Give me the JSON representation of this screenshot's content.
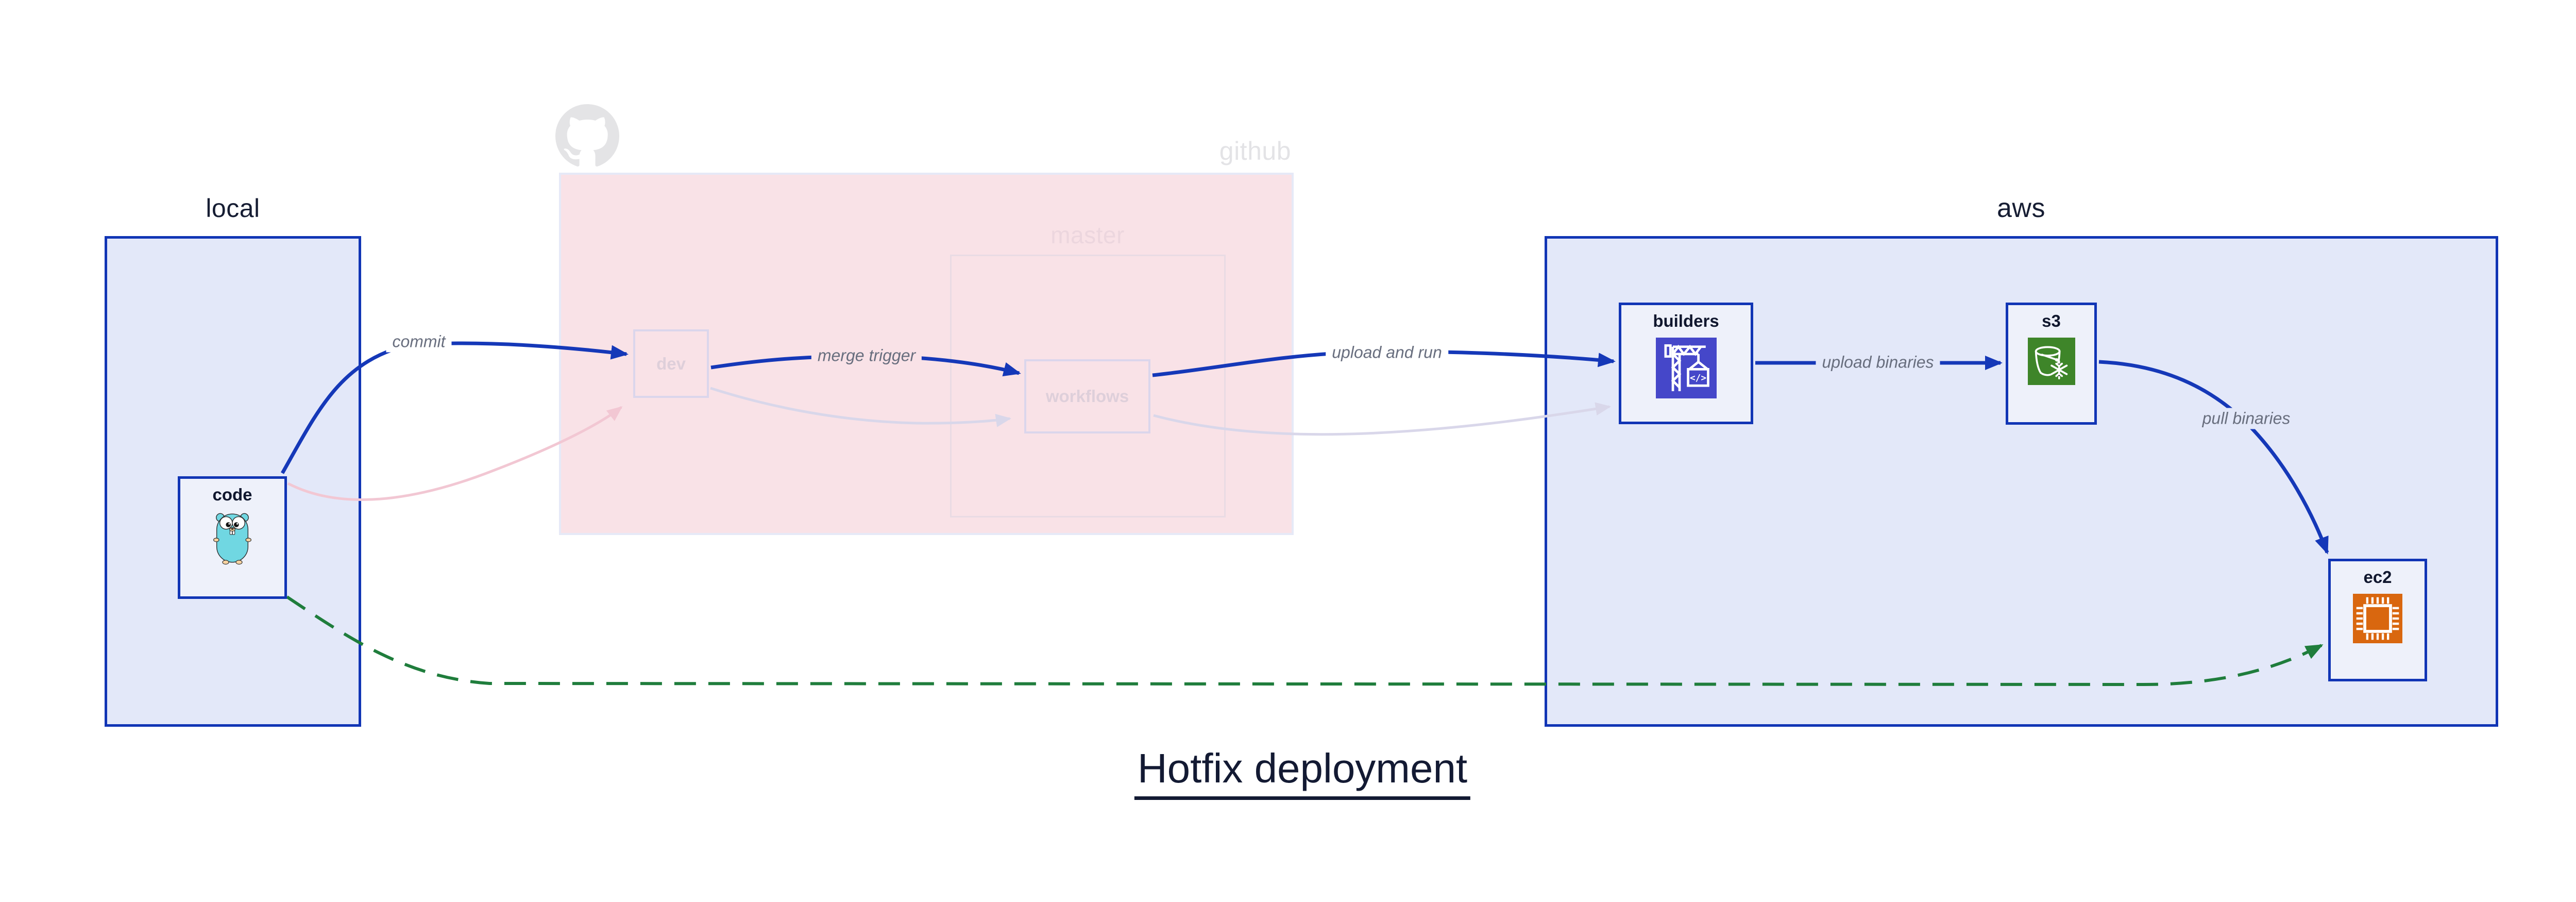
{
  "diagram_title": "Hotfix deployment",
  "regions": {
    "local": {
      "label": "local"
    },
    "github": {
      "label": "github",
      "logo_icon": "github-octocat-icon",
      "branch_group": {
        "label": "master"
      }
    },
    "aws": {
      "label": "aws"
    }
  },
  "nodes": {
    "code": {
      "label": "code",
      "icon": "go-gopher-icon"
    },
    "dev": {
      "label": "dev"
    },
    "workflows": {
      "label": "workflows"
    },
    "builders": {
      "label": "builders",
      "icon": "aws-codebuild-icon"
    },
    "s3": {
      "label": "s3",
      "icon": "aws-s3-glacier-icon"
    },
    "ec2": {
      "label": "ec2",
      "icon": "aws-ec2-icon"
    }
  },
  "edges": {
    "commit": {
      "label": "commit",
      "from": "code",
      "to": "dev",
      "style": "solid-blue"
    },
    "merge_trigger": {
      "label": "merge trigger",
      "from": "dev",
      "to": "workflows",
      "style": "solid-blue"
    },
    "upload_and_run": {
      "label": "upload and run",
      "from": "workflows",
      "to": "builders",
      "style": "solid-blue"
    },
    "upload_binaries": {
      "label": "upload binaries",
      "from": "builders",
      "to": "s3",
      "style": "solid-blue"
    },
    "pull_binaries": {
      "label": "pull binaries",
      "from": "s3",
      "to": "ec2",
      "style": "solid-blue"
    },
    "hotfix_direct": {
      "from": "code",
      "to": "ec2",
      "style": "dashed-green"
    },
    "faded_code_to_dev": {
      "from": "code",
      "to": "dev",
      "style": "faded-pink"
    },
    "faded_dev_to_workflows": {
      "from": "dev",
      "to": "workflows",
      "style": "faded-lavender"
    },
    "faded_workflows_to_builders": {
      "from": "workflows",
      "to": "builders",
      "style": "faded-lavender"
    }
  },
  "colors": {
    "accent_blue": "#1538b8",
    "region_fill_blue": "#e3e8f9",
    "node_fill": "#eef1fa",
    "github_fill_pink": "#f9e2e7",
    "hotfix_green": "#1f7d3c",
    "edge_label_gray": "#686e7e",
    "text_navy": "#161d33",
    "faded_logo_gray": "#e4e4e6",
    "codebuild_indigo": "#4547c9",
    "s3_green": "#3e8529",
    "ec2_orange": "#d9670f",
    "gopher_teal": "#70d7e2"
  }
}
